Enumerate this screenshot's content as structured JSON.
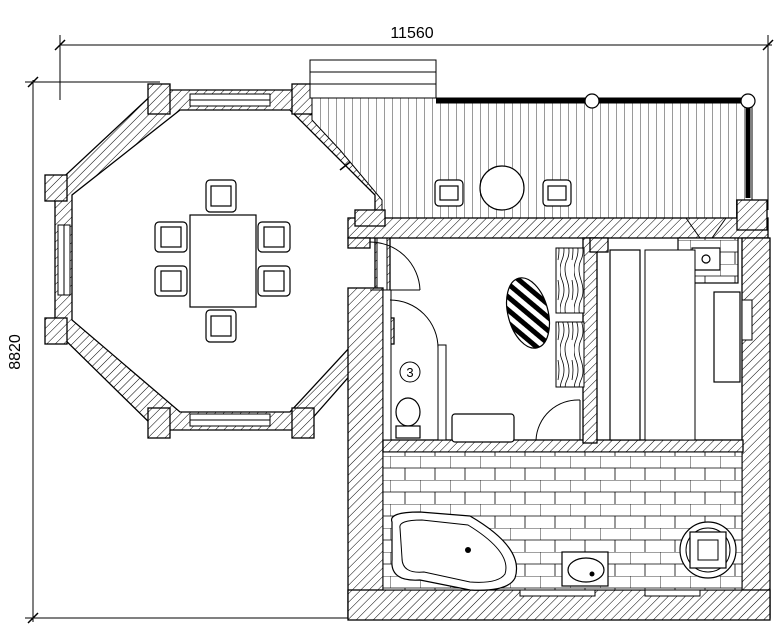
{
  "dimensions": {
    "width_label": "11560",
    "height_label": "8820"
  },
  "rooms": {
    "toilet_number": "3"
  },
  "colors": {
    "line": "#000000",
    "background": "#ffffff"
  }
}
